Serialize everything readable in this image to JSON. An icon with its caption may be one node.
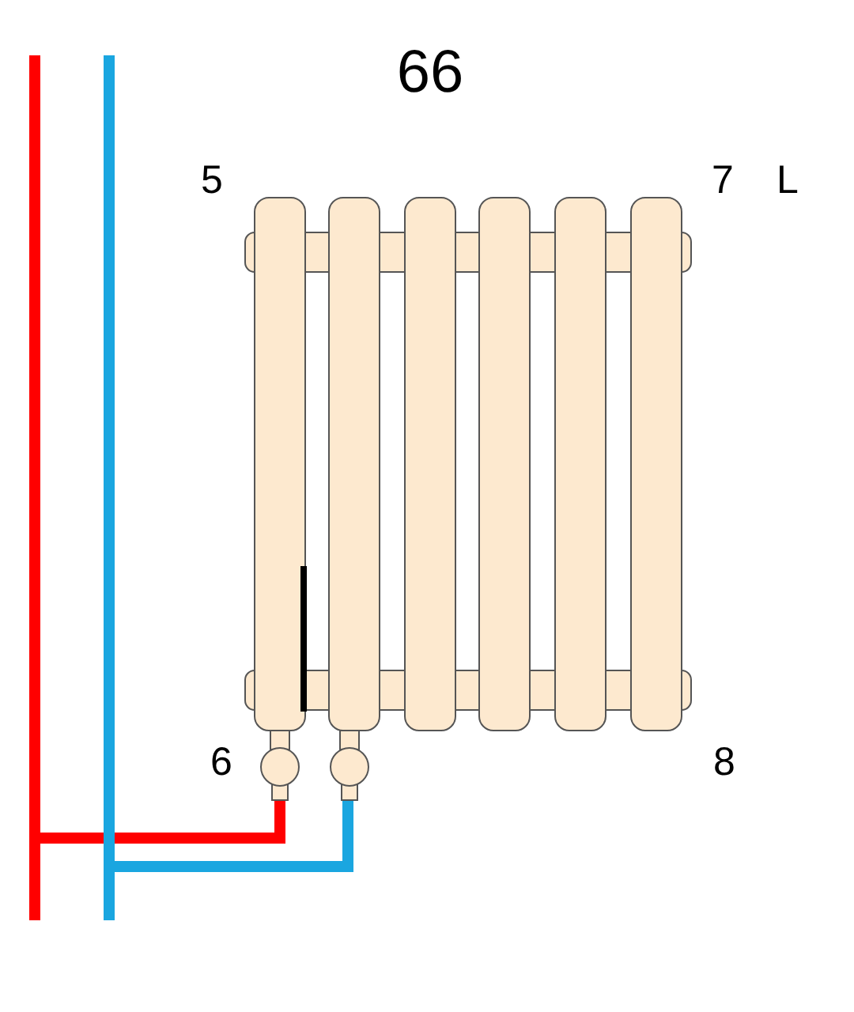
{
  "diagram": {
    "title": "66",
    "labels": [
      "5",
      "7",
      "L",
      "6",
      "8"
    ]
  }
}
